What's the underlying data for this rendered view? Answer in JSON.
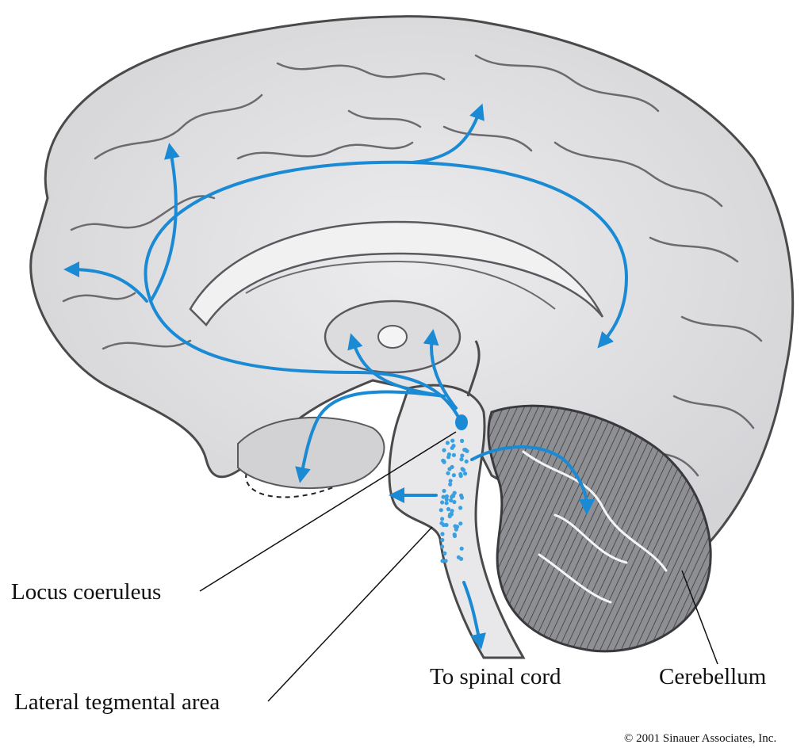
{
  "labels": {
    "locus_coeruleus": "Locus coeruleus",
    "lateral_tegmental_area": "Lateral tegmental area",
    "to_spinal_cord": "To spinal cord",
    "cerebellum": "Cerebellum"
  },
  "credit": "© 2001 Sinauer Associates, Inc.",
  "colors": {
    "pathway": "#1a8ad4",
    "tissue": "#e2e2e4",
    "outline": "#4a4a4a",
    "background": "#ffffff"
  }
}
